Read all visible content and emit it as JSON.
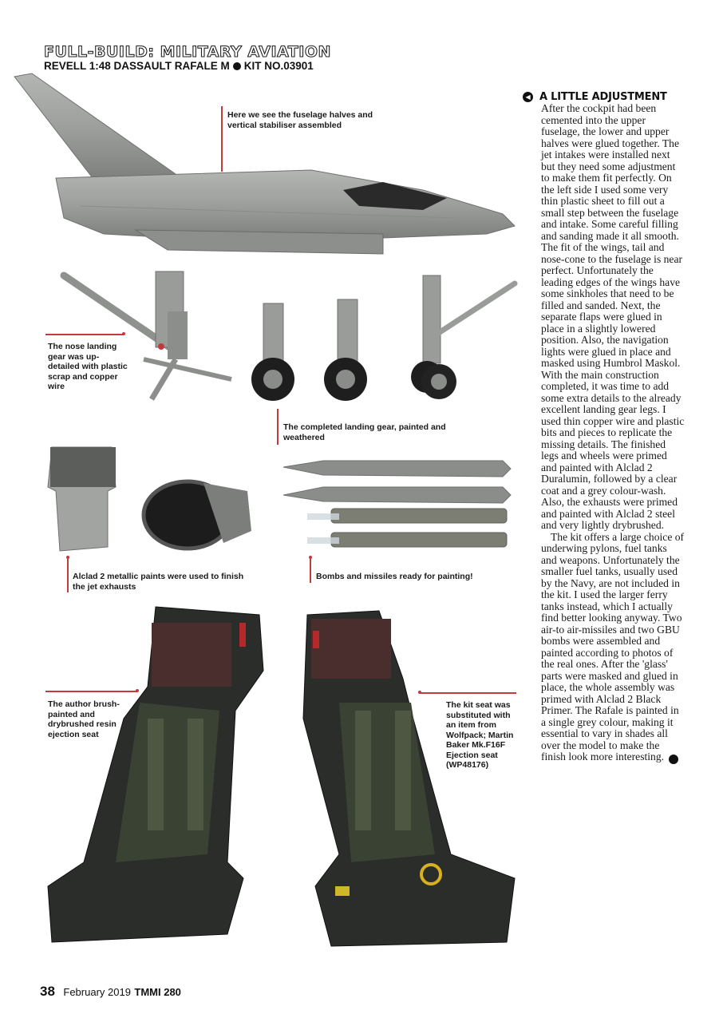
{
  "header": {
    "section_title": "FULL-BUILD: MILITARY AVIATION",
    "subtitle_left": "REVELL 1:48 DASSAULT RAFALE M",
    "subtitle_right": "KIT NO.03901"
  },
  "captions": {
    "fuselage": "Here we see the fuselage halves and vertical stabiliser assembled",
    "nose_gear": "The nose landing gear was up-detailed with plastic scrap and copper wire",
    "landing_gear": "The completed landing gear, painted and weathered",
    "exhausts": "Alclad 2 metallic paints were used to finish the jet exhausts",
    "bombs": "Bombs and missiles ready for painting!",
    "author_seat": "The author brush-painted and drybrushed resin ejection seat",
    "kit_seat": "The kit seat was substituted with an item from Wolfpack; Martin Baker Mk.F16F Ejection seat (WP48176)"
  },
  "article": {
    "heading": "A LITTLE ADJUSTMENT",
    "paragraphs": [
      "After the cockpit had been cemented into the upper fuselage, the lower and upper halves were glued together. The jet intakes were installed next but they need some adjustment to make them fit perfectly. On the left side I used some very thin plastic sheet to fill out a small step between the fuselage and intake. Some careful filling and sanding made it all smooth. The fit of the wings, tail and nose-cone to the fuselage is near perfect. Unfortunately the leading edges of the wings have some sinkholes that need to be filled and sanded. Next, the separate flaps were glued in place in a slightly lowered position. Also, the navigation lights were glued in place and masked using Humbrol Maskol. With the main construction completed, it was time to add some extra details to the already excellent landing gear legs. I used thin copper wire and plastic bits and pieces to replicate the missing details. The finished legs and wheels were primed and painted with Alclad 2 Duralumin, followed by a clear coat and a grey colour-wash. Also, the exhausts were primed and painted with Alclad 2 steel and very lightly drybrushed.",
      "The kit offers a large choice of underwing pylons, fuel tanks and weapons. Unfortunately the smaller fuel tanks, usually used by the Navy, are not included in the kit. I used the larger ferry tanks instead, which I actually find better looking anyway. Two air-to air-missiles and two GBU bombs were assembled and painted according to photos of the real ones. After the 'glass' parts were masked and glued in place, the whole assembly was primed with Alclad 2 Black Primer. The Rafale is painted in a single grey colour, making it essential to vary in shades all over the model to make the finish look more interesting."
    ],
    "heading_icon": "triangle-left-bullet-icon",
    "end_icon": "triangle-right-end-icon"
  },
  "footer": {
    "page_number": "38",
    "issue_date": "February 2019",
    "magazine": "TMMI 280"
  },
  "colors": {
    "accent_red": "#c33a3a",
    "model_grey": "#9a9c9a"
  }
}
